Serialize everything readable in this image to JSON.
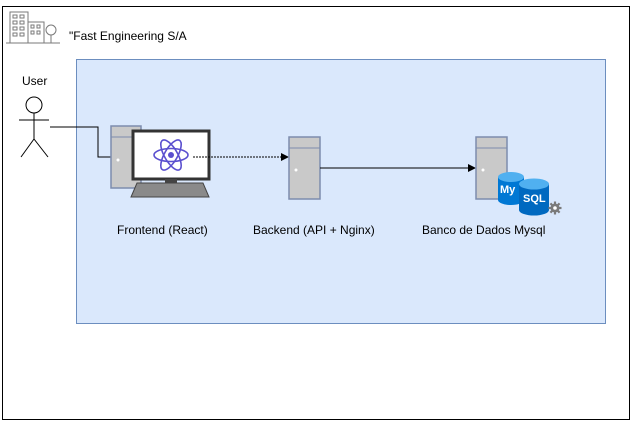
{
  "diagram": {
    "company_label": "\"Fast Engineering S/A",
    "actor_label": "User",
    "nodes": [
      {
        "id": "frontend",
        "label": "Frontend (React)",
        "icon": "react-workstation-icon"
      },
      {
        "id": "backend",
        "label": "Backend (API + Nginx)",
        "icon": "server-icon"
      },
      {
        "id": "database",
        "label": "Banco de Dados Mysql",
        "icon": "mysql-database-icon"
      }
    ],
    "edges": [
      {
        "from": "user",
        "to": "frontend"
      },
      {
        "from": "frontend",
        "to": "backend"
      },
      {
        "from": "backend",
        "to": "database"
      }
    ],
    "colors": {
      "zone_fill": "#dae8fc",
      "zone_stroke": "#6c8ebf",
      "server_fill": "#c9c9c9",
      "react_blue": "#5a4fcf",
      "mysql_blue": "#0078d4"
    }
  }
}
